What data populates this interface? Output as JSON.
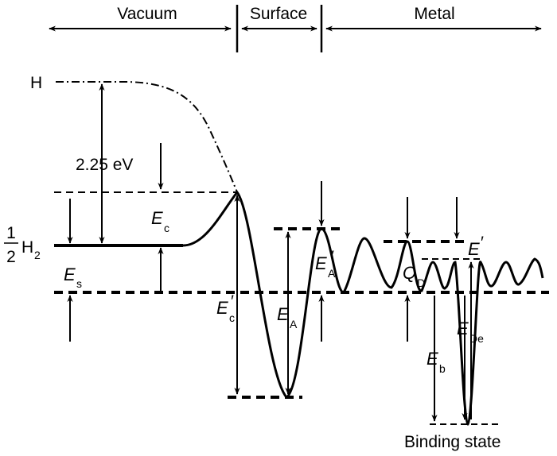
{
  "regions": {
    "vacuum": "Vacuum",
    "surface": "Surface",
    "metal": "Metal"
  },
  "labels": {
    "h_atom": "H",
    "h2_num": "1",
    "h2_den": "2",
    "h2_sym": "H",
    "h2_sub": "2",
    "energy_gap": "2.25 eV",
    "ec_sym": "E",
    "ec_sub": "c",
    "es_sym": "E",
    "es_sub": "s",
    "ec_prime_sym": "E",
    "ec_prime_sub": "c",
    "ea_sym": "E",
    "ea_sub": "A",
    "ea_prime_sym": "E",
    "ea_prime_sub": "A",
    "qd_sym": "Q",
    "qd_sub": "D",
    "e_prime_sym": "E",
    "ede_sym": "E",
    "ede_sub": "De",
    "eb_sym": "E",
    "eb_sub": "b",
    "prime": "′",
    "binding_state": "Binding state"
  },
  "colors": {
    "ink": "#000000",
    "background": "#ffffff"
  }
}
